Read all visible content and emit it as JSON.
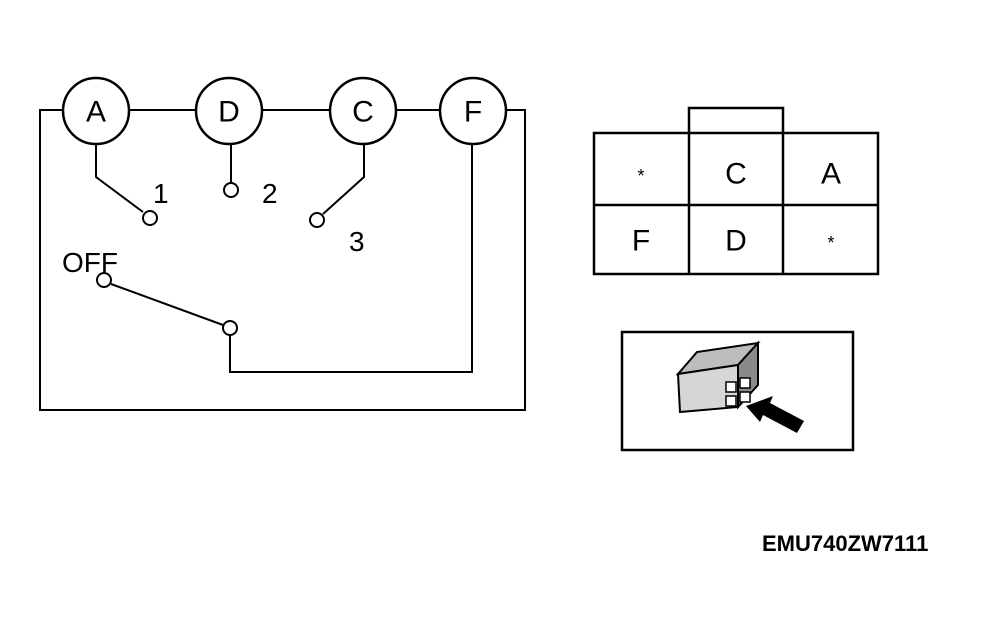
{
  "schematic": {
    "terminals": [
      "A",
      "D",
      "C",
      "F"
    ],
    "positions": [
      "1",
      "2",
      "3"
    ],
    "off_label": "OFF"
  },
  "connector": {
    "top_row": [
      "*",
      "C",
      "A"
    ],
    "bottom_row": [
      "F",
      "D",
      "*"
    ]
  },
  "figure_code": "EMU740ZW7111"
}
